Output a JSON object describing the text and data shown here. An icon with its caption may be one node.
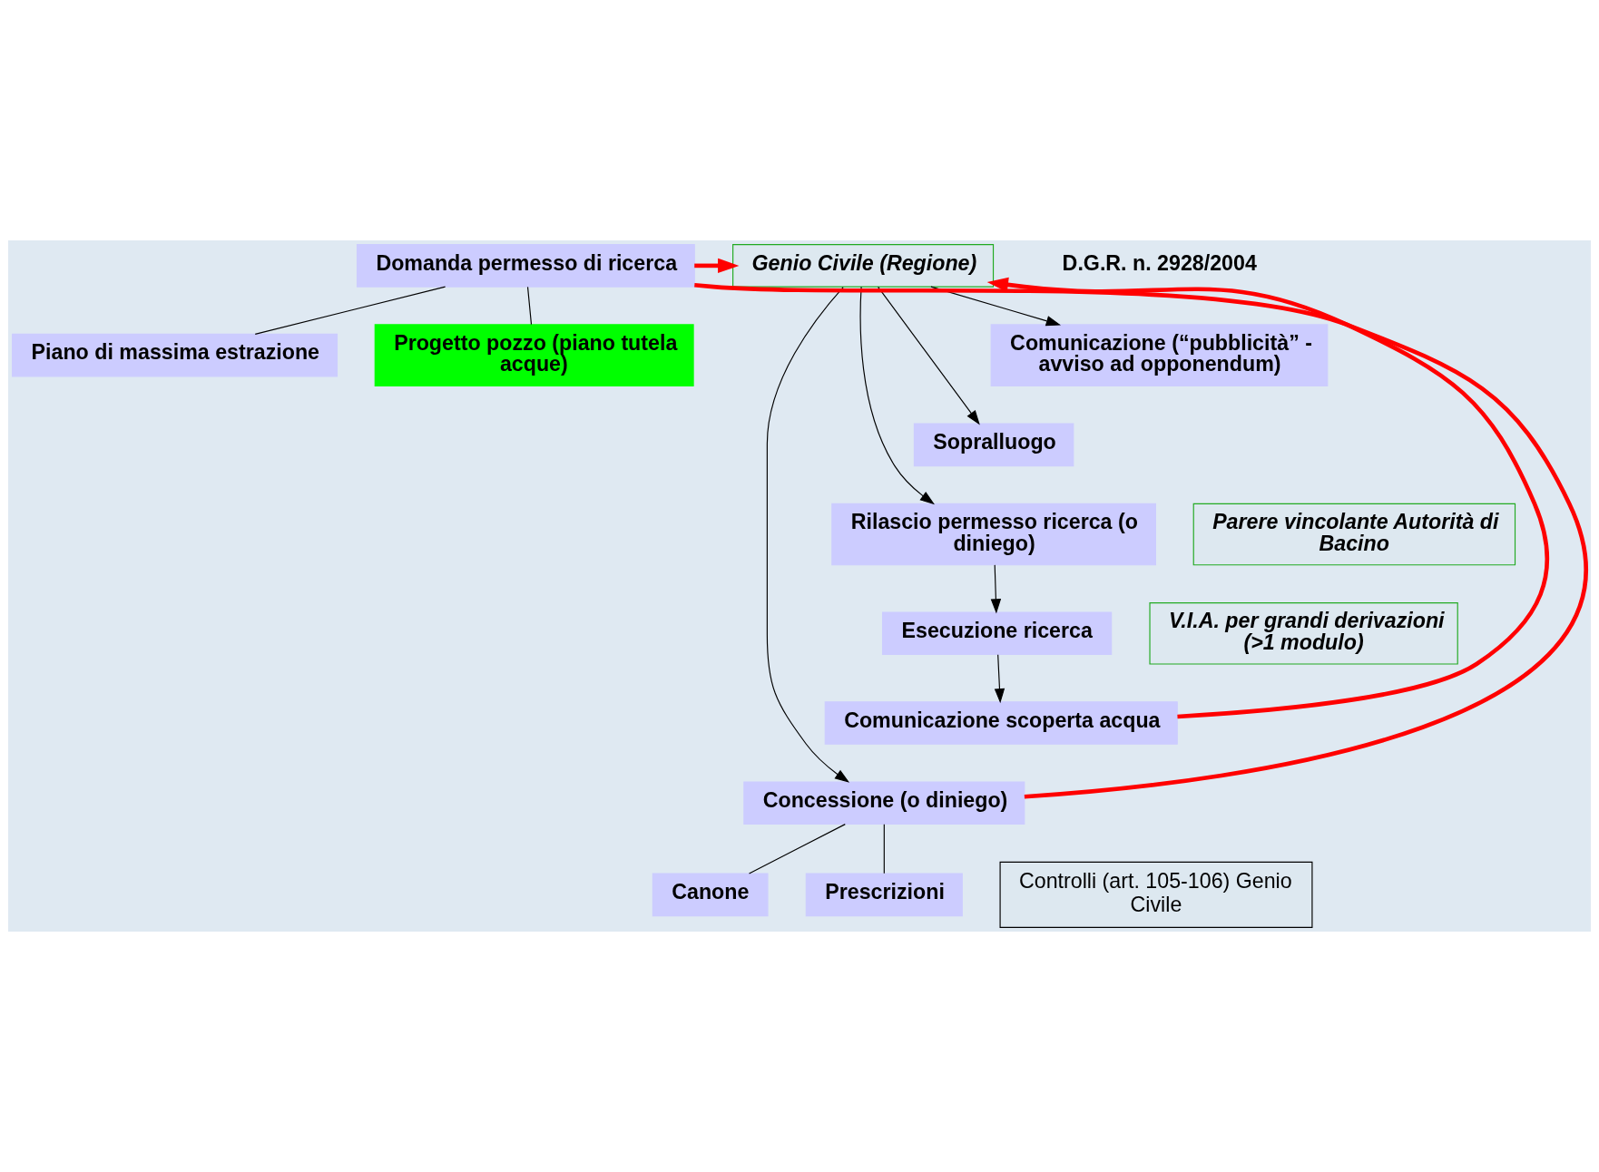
{
  "diagram": {
    "nodes": [
      {
        "text": [
          "Domanda permesso di ricerca"
        ]
      },
      {
        "text": [
          "Genio Civile (Regione)"
        ]
      },
      {
        "text": [
          "Piano di massima estrazione"
        ]
      },
      {
        "text": [
          "Progetto pozzo (piano tutela acque)"
        ]
      },
      {
        "text": [
          "Comunicazione (“pubblicità” - avviso ad opponendum)"
        ]
      },
      {
        "text": [
          "Sopralluogo"
        ]
      },
      {
        "text": [
          "Rilascio permesso ricerca (o diniego)"
        ]
      },
      {
        "text": [
          "Parere vincolante Autorità di Bacino"
        ]
      },
      {
        "text": [
          "Esecuzione ricerca"
        ]
      },
      {
        "text": [
          "V.I.A. per grandi derivazioni (>1 modulo)"
        ]
      },
      {
        "text": [
          "Comunicazione scoperta acqua"
        ]
      },
      {
        "text": [
          "Concessione (o diniego)"
        ]
      },
      {
        "text": [
          "Canone"
        ]
      },
      {
        "text": [
          "Prescrizioni"
        ]
      },
      {
        "text": [
          "Controlli (art. 105-106) Genio Civile"
        ]
      }
    ],
    "edges": [
      {
        "from": 0,
        "to": 1,
        "arrow": "to",
        "style": "thick",
        "color": "#ff0000"
      },
      {
        "from": 0,
        "to": 2,
        "arrow": "none"
      },
      {
        "from": 0,
        "to": 3,
        "arrow": "none"
      },
      {
        "from": 1,
        "to": 4,
        "arrow": "to"
      },
      {
        "from": 1,
        "to": 5,
        "arrow": "to"
      },
      {
        "from": 1,
        "to": 6,
        "arrow": "to"
      },
      {
        "from": 6,
        "to": 8,
        "arrow": "to"
      },
      {
        "from": 8,
        "to": 10,
        "arrow": "to"
      },
      {
        "from": 10,
        "to": 1,
        "arrow": "to",
        "style": "thick",
        "color": "#ff0000"
      },
      {
        "from": 1,
        "to": 11,
        "arrow": "to"
      },
      {
        "from": 11,
        "to": 0,
        "arrow": "none",
        "style": "thick",
        "color": "#ff0000"
      },
      {
        "from": 11,
        "to": 12,
        "arrow": "none"
      },
      {
        "from": 11,
        "to": 13,
        "arrow": "none"
      }
    ],
    "labels": [
      "D.G.R. n. 2928/2004"
    ]
  }
}
